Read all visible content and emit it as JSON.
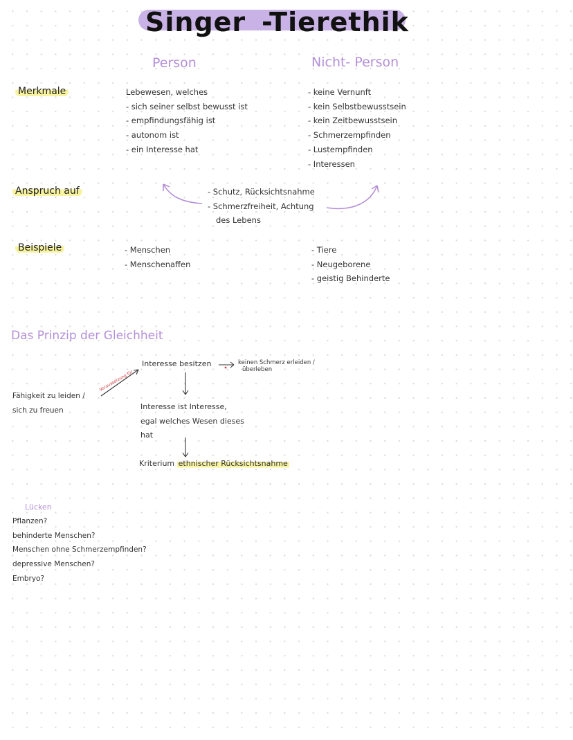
{
  "title": {
    "part1": "Singer",
    "part2": "-Tierethik"
  },
  "columns": {
    "person": "Person",
    "nonperson": "Nicht- Person"
  },
  "rows": {
    "merkmale": "Merkmale",
    "anspruch": "Anspruch auf",
    "beispiele": "Beispiele"
  },
  "person_merkmale": [
    "Lebewesen, welches",
    "- sich seiner selbst bewusst ist",
    "- empfindungsfähig ist",
    "- autonom ist",
    "- ein Interesse hat"
  ],
  "nonperson_merkmale": [
    "- keine Vernunft",
    "- kein Selbstbewusstsein",
    "- kein Zeitbewusstsein",
    "- Schmerzempfinden",
    "- Lustempfinden",
    "- Interessen"
  ],
  "anspruch_items": [
    "- Schutz, Rücksichtsnahme",
    "- Schmerzfreiheit, Achtung",
    "des Lebens"
  ],
  "person_beispiele": [
    "- Menschen",
    "- Menschenaffen"
  ],
  "nonperson_beispiele": [
    "- Tiere",
    "- Neugeborene",
    "- geistig Behinderte"
  ],
  "gleichheit": {
    "heading": "Das Prinzip der Gleichheit",
    "faehigkeit": [
      "Fähigkeit zu leiden /",
      "sich zu freuen"
    ],
    "arrow_label": "Voraussetzung für",
    "interesse_besitzen": "Interesse besitzen",
    "schmerz": [
      "keinen Schmerz erleiden /",
      "überleben"
    ],
    "interesse_ist": [
      "Interesse ist Interesse,",
      "egal welches Wesen dieses",
      "hat"
    ],
    "kriterium_prefix": "Kriterium",
    "kriterium_hl": "ethnischer Rücksichtsnahme"
  },
  "luecken": {
    "heading": "Lücken",
    "items": [
      "Pflanzen?",
      "behinderte Menschen?",
      "Menschen ohne Schmerzempfinden?",
      "depressive Menschen?",
      "Embryo?"
    ]
  },
  "colors": {
    "purple": "#b48fd8",
    "highlight_yellow": "#f7f3a0",
    "title_highlight": "#c9b3e6"
  }
}
